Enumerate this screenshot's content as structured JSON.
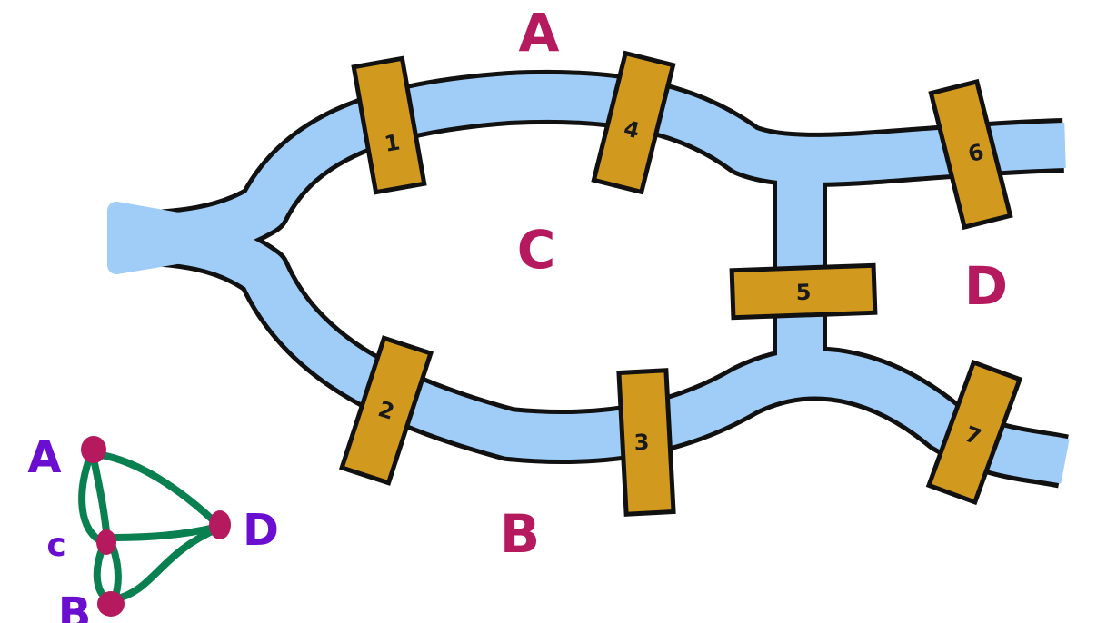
{
  "colors": {
    "water": "#9fcdf7",
    "bridge": "#d19a1e",
    "outline": "#111111",
    "land_label": "#b5195e",
    "graph_label": "#6a0fd0",
    "graph_node": "#b5195e",
    "graph_edge": "#0a7f50"
  },
  "land_labels": {
    "a": "A",
    "b": "B",
    "c": "C",
    "d": "D"
  },
  "bridges": [
    "1",
    "2",
    "3",
    "4",
    "5",
    "6",
    "7"
  ],
  "graph": {
    "labels": {
      "a": "A",
      "b": "B",
      "c": "c",
      "d": "D"
    },
    "edges": [
      [
        "A",
        "C"
      ],
      [
        "A",
        "C"
      ],
      [
        "A",
        "D"
      ],
      [
        "C",
        "D"
      ],
      [
        "C",
        "B"
      ],
      [
        "C",
        "B"
      ],
      [
        "B",
        "D"
      ]
    ]
  }
}
